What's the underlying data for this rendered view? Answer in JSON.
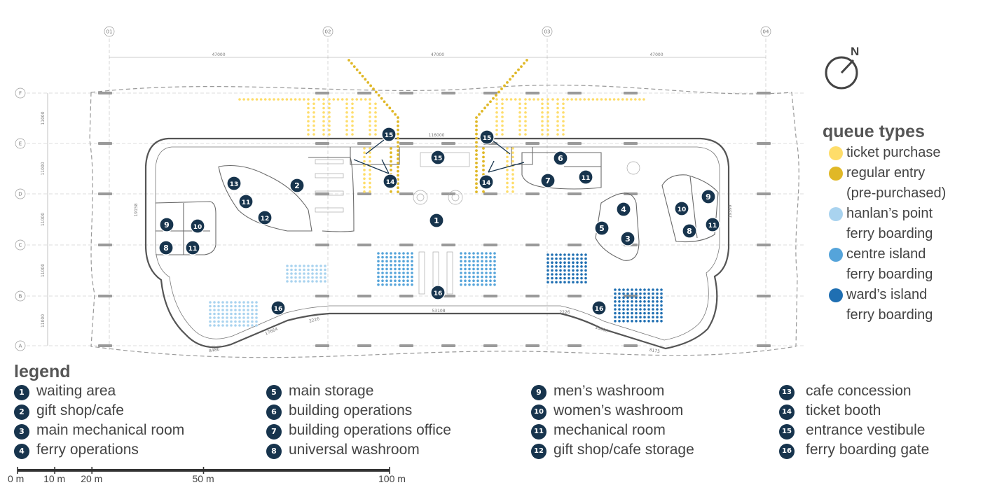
{
  "grid": {
    "columns": [
      "01",
      "02",
      "03",
      "04"
    ],
    "rows": [
      "F",
      "E",
      "D",
      "C",
      "B",
      "A"
    ],
    "column_spacing": [
      "47000",
      "47000",
      "47000"
    ],
    "row_spacing": [
      "11000",
      "11000",
      "11000",
      "11000",
      "11000"
    ]
  },
  "dimensions": {
    "top_overall": "116000",
    "bottom_overall": "53108",
    "bottom_left_a": "17664",
    "bottom_left_b": "2226",
    "bottom_right_a": "2226",
    "bottom_right_b": "18000",
    "corner_sw": "8486",
    "corner_se": "8175",
    "left_depth": "19158",
    "right_depth": "19399"
  },
  "north": {
    "label": "N"
  },
  "colors": {
    "ticket_purchase": "#fedd6a",
    "regular_entry": "#e0b827",
    "hanlans_point": "#a9d3ef",
    "centre_island": "#55a4da",
    "wards_island": "#1f6fb2",
    "badge": "#17344d",
    "structure": "#555555"
  },
  "queue_types": {
    "title": "queue types",
    "items": [
      {
        "label": "ticket purchase",
        "color": "#fedd6a"
      },
      {
        "label": "regular entry\n(pre-purchased)",
        "color": "#e0b827"
      },
      {
        "label": "hanlan’s point\nferry boarding",
        "color": "#a9d3ef"
      },
      {
        "label": "centre island\nferry boarding",
        "color": "#55a4da"
      },
      {
        "label": "ward’s island\nferry boarding",
        "color": "#1f6fb2"
      }
    ]
  },
  "legend": {
    "title": "legend",
    "items": [
      {
        "num": "1",
        "label": "waiting area"
      },
      {
        "num": "2",
        "label": "gift shop/cafe"
      },
      {
        "num": "3",
        "label": "main mechanical room"
      },
      {
        "num": "4",
        "label": "ferry operations"
      },
      {
        "num": "5",
        "label": "main storage"
      },
      {
        "num": "6",
        "label": "building operations"
      },
      {
        "num": "7",
        "label": "building operations office"
      },
      {
        "num": "8",
        "label": "universal washroom"
      },
      {
        "num": "9",
        "label": "men’s washroom"
      },
      {
        "num": "10",
        "label": "women’s washroom"
      },
      {
        "num": "11",
        "label": "mechanical room"
      },
      {
        "num": "12",
        "label": "gift shop/cafe storage"
      },
      {
        "num": "13",
        "label": "cafe concession"
      },
      {
        "num": "14",
        "label": "ticket booth"
      },
      {
        "num": "15",
        "label": "entrance vestibule"
      },
      {
        "num": "16",
        "label": "ferry boarding gate"
      }
    ]
  },
  "plan_badges": [
    "1",
    "2",
    "13",
    "11",
    "12",
    "9",
    "10",
    "8",
    "11",
    "15",
    "15",
    "15",
    "14",
    "14",
    "6",
    "7",
    "11",
    "4",
    "5",
    "3",
    "10",
    "9",
    "8",
    "11",
    "16",
    "16",
    "16"
  ],
  "scale_bar": {
    "labels": [
      "0 m",
      "10 m",
      "20 m",
      "50 m",
      "100 m"
    ],
    "values": [
      0,
      10,
      20,
      50,
      100
    ]
  }
}
